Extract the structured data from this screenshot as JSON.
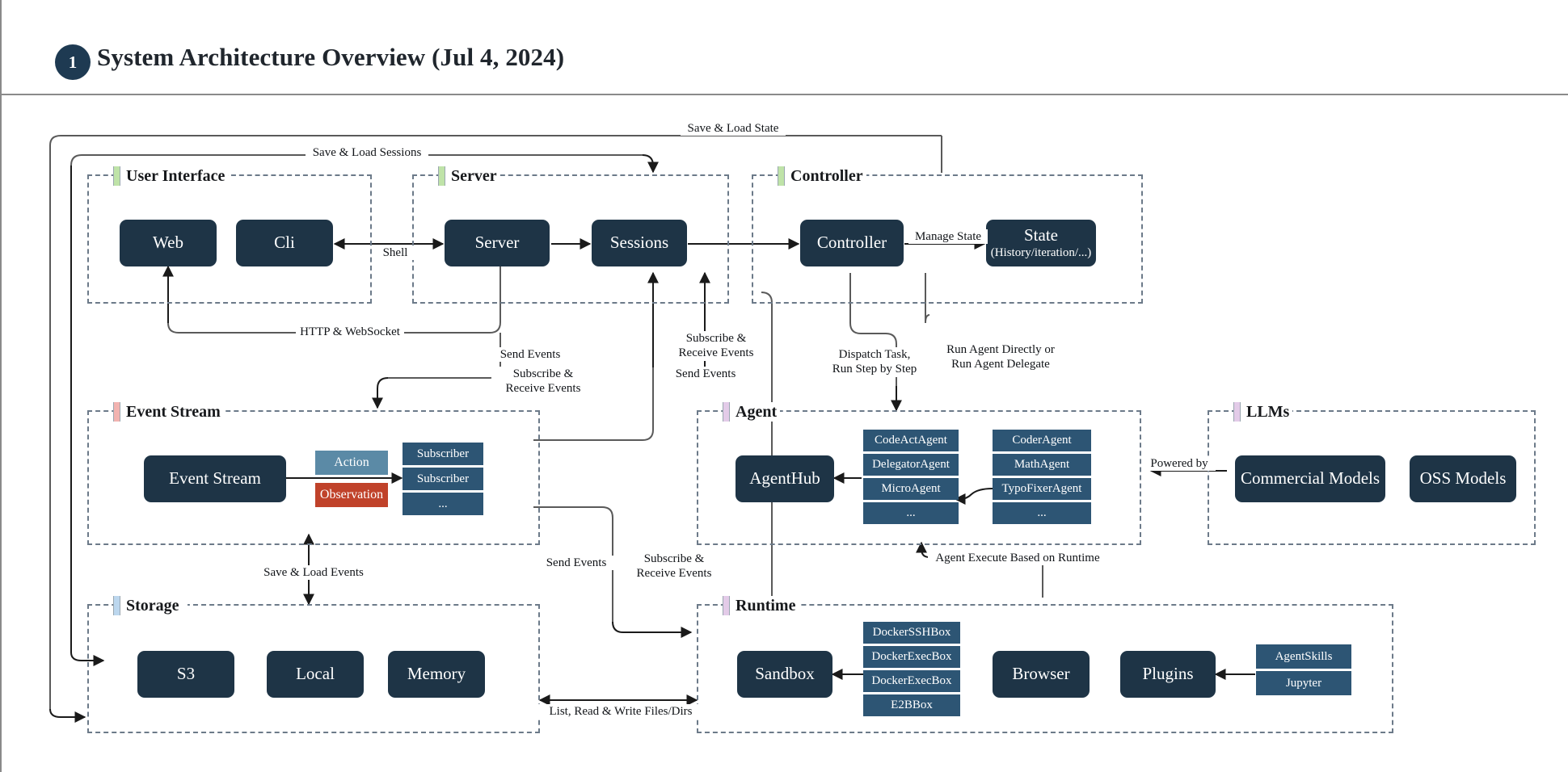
{
  "header": {
    "slide_number": "1",
    "title": "System Architecture Overview (Jul 4, 2024)"
  },
  "groups": {
    "user_interface": {
      "label": "User Interface",
      "accent": "#bfe3a8"
    },
    "server": {
      "label": "Server",
      "accent": "#bfe3a8"
    },
    "controller": {
      "label": "Controller",
      "accent": "#bfe3a8"
    },
    "event_stream": {
      "label": "Event Stream",
      "accent": "#f2b3b0"
    },
    "agent": {
      "label": "Agent",
      "accent": "#e3cbe8"
    },
    "llms": {
      "label": "LLMs",
      "accent": "#e3cbe8"
    },
    "storage": {
      "label": "Storage",
      "accent": "#bcd7ee"
    },
    "runtime": {
      "label": "Runtime",
      "accent": "#e3cbe8"
    }
  },
  "nodes": {
    "web": {
      "label": "Web"
    },
    "cli": {
      "label": "Cli"
    },
    "server": {
      "label": "Server"
    },
    "sessions": {
      "label": "Sessions"
    },
    "controller": {
      "label": "Controller"
    },
    "state": {
      "label": "State",
      "sublabel": "(History/iteration/...)"
    },
    "event_stream": {
      "label": "Event Stream"
    },
    "agent_hub": {
      "label": "AgentHub"
    },
    "commercial_models": {
      "label": "Commercial Models"
    },
    "oss_models": {
      "label": "OSS Models"
    },
    "s3": {
      "label": "S3"
    },
    "local": {
      "label": "Local"
    },
    "memory": {
      "label": "Memory"
    },
    "sandbox": {
      "label": "Sandbox"
    },
    "browser": {
      "label": "Browser"
    },
    "plugins": {
      "label": "Plugins"
    }
  },
  "chips": {
    "action": {
      "label": "Action",
      "color": "#5b8aa6"
    },
    "observation": {
      "label": "Observation",
      "color": "#c0422a"
    }
  },
  "stacks": {
    "subscribers": {
      "items": [
        "Subscriber",
        "Subscriber",
        "..."
      ]
    },
    "agents_left": {
      "items": [
        "CodeActAgent",
        "DelegatorAgent",
        "MicroAgent",
        "..."
      ]
    },
    "agents_right": {
      "items": [
        "CoderAgent",
        "MathAgent",
        "TypoFixerAgent",
        "..."
      ]
    },
    "sandbox_impls": {
      "items": [
        "DockerSSHBox",
        "DockerExecBox",
        "DockerExecBox",
        "E2BBox"
      ]
    },
    "plugin_impls": {
      "items": [
        "AgentSkills",
        "Jupyter"
      ]
    }
  },
  "edge_labels": {
    "save_load_sessions": "Save & Load Sessions",
    "save_load_state": "Save & Load State",
    "shell": "Shell",
    "manage_state": "Manage State",
    "http_websocket": "HTTP & WebSocket",
    "send_events_left": "Send Events",
    "subscribe_receive_left": "Subscribe &\nReceive Events",
    "subscribe_receive_mid": "Subscribe &\nReceive Events",
    "send_events_mid": "Send Events",
    "dispatch_task": "Dispatch Task,\nRun Step by Step",
    "run_agent": "Run Agent Directly or\nRun Agent Delegate",
    "powered_by": "Powered by",
    "save_load_events": "Save & Load Events",
    "send_events_bottom": "Send Events",
    "subscribe_receive_bottom": "Subscribe &\nReceive Events",
    "agent_execute": "Agent Execute Based on Runtime",
    "list_read_write": "List, Read & Write Files/Dirs"
  },
  "colors": {
    "node_fill": "#1e3446",
    "stack_fill": "#2d5574",
    "group_border": "#6c7a89",
    "edge_stroke": "#5a5a5a",
    "edge_stroke_dark": "#1a1a1a"
  }
}
